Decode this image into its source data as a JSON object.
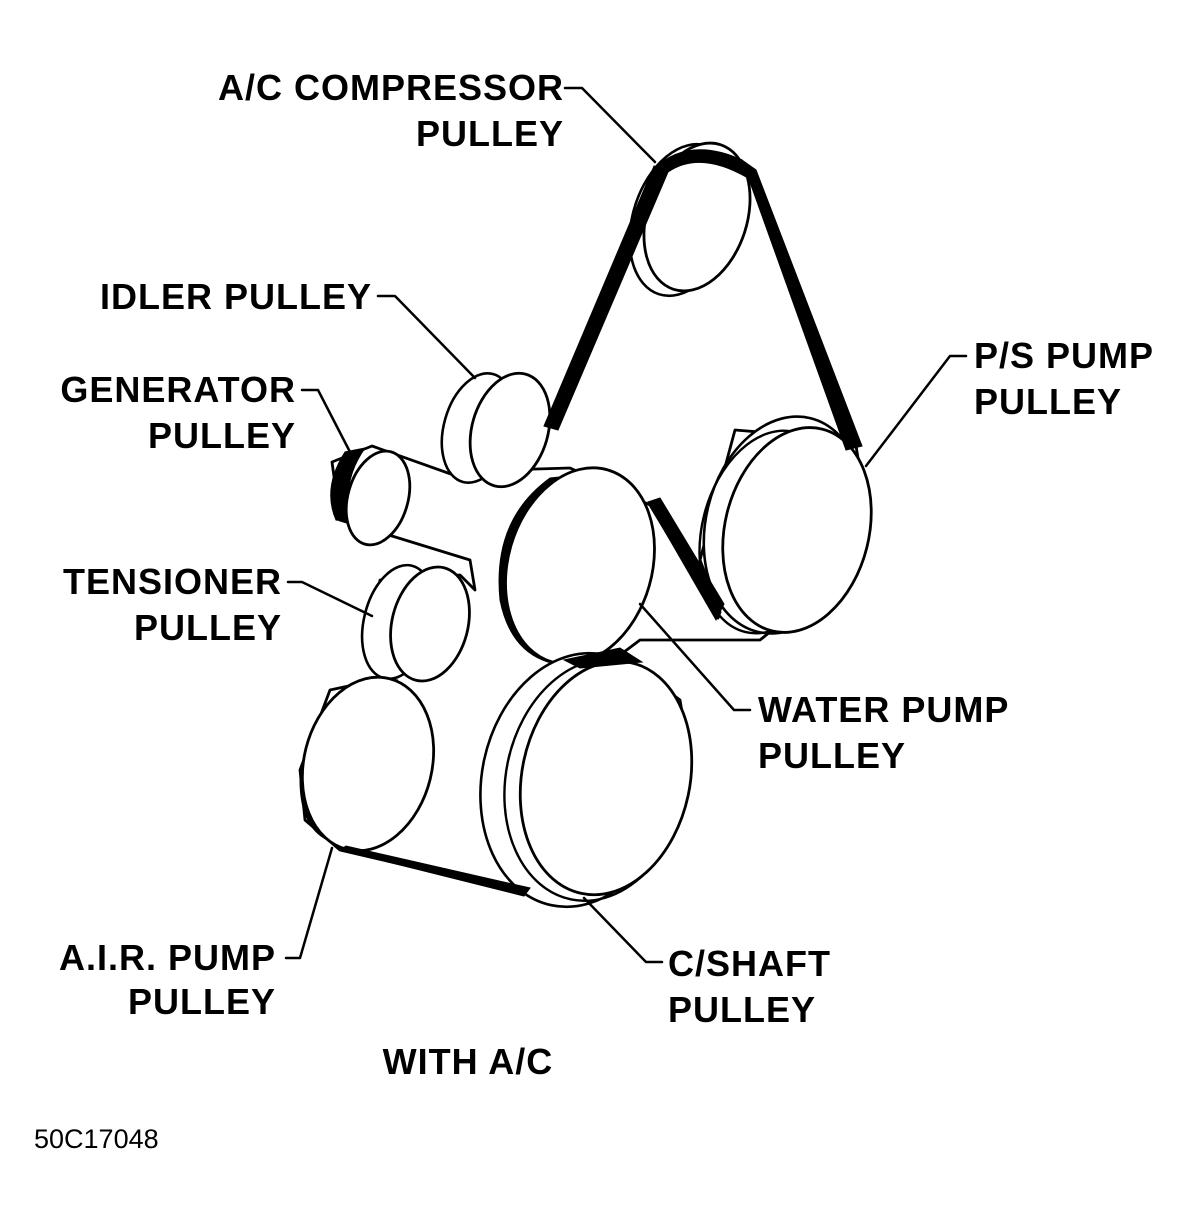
{
  "labels": {
    "ac_compressor": {
      "line1": "A/C COMPRESSOR",
      "line2": "PULLEY"
    },
    "idler": {
      "line1": "IDLER PULLEY"
    },
    "generator": {
      "line1": "GENERATOR",
      "line2": "PULLEY"
    },
    "tensioner": {
      "line1": "TENSIONER",
      "line2": "PULLEY"
    },
    "ps_pump": {
      "line1": "P/S PUMP",
      "line2": "PULLEY"
    },
    "water_pump": {
      "line1": "WATER PUMP",
      "line2": "PULLEY"
    },
    "air_pump": {
      "line1": "A.I.R. PUMP",
      "line2": "PULLEY"
    },
    "crankshaft": {
      "line1": "C/SHAFT",
      "line2": "PULLEY"
    }
  },
  "caption": "WITH A/C",
  "figure_id": "50C17048",
  "colors": {
    "ink": "#000000",
    "paper": "#ffffff"
  }
}
